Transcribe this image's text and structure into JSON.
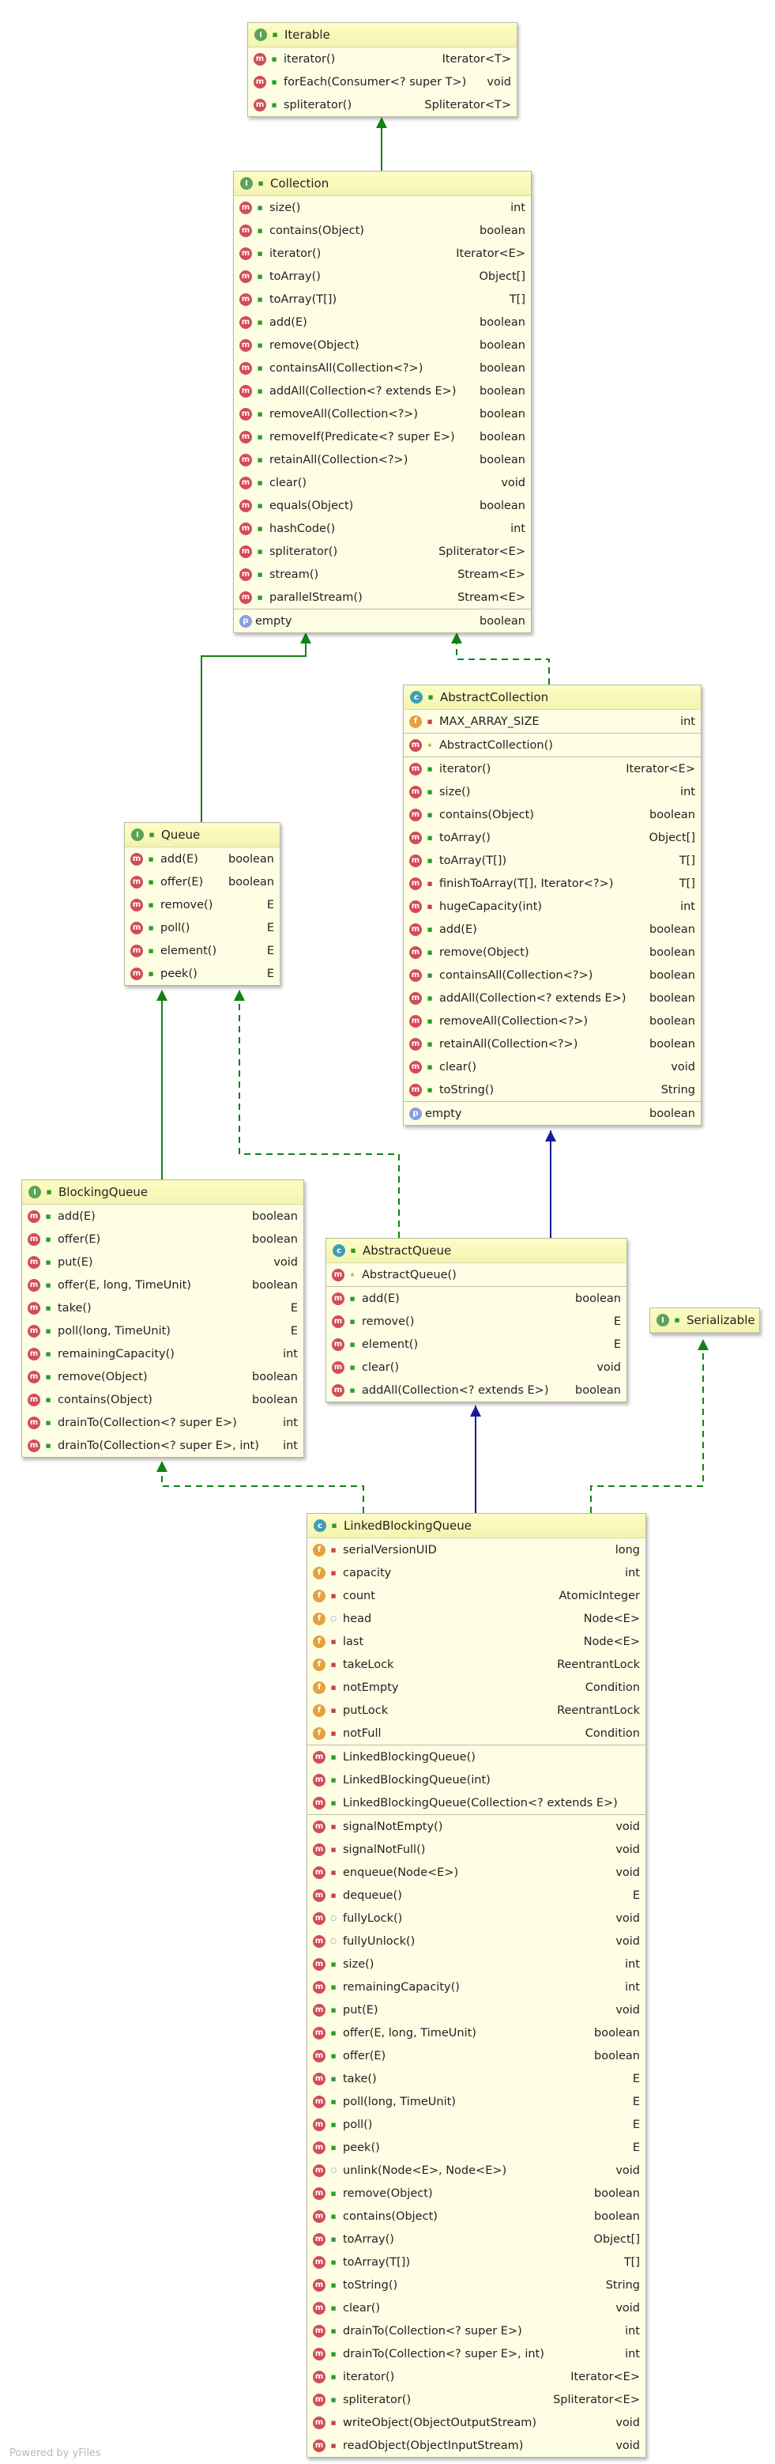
{
  "footer": "Powered by yFiles",
  "classes": {
    "iterable": {
      "title": "Iterable",
      "kind": "I",
      "rows": [
        {
          "n": "iterator()",
          "t": "Iterator<T>",
          "k": "m",
          "v": "pub"
        },
        {
          "n": "forEach(Consumer<? super T>)",
          "t": "void",
          "k": "m",
          "v": "pub"
        },
        {
          "n": "spliterator()",
          "t": "Spliterator<T>",
          "k": "m",
          "v": "pub"
        }
      ]
    },
    "collection": {
      "title": "Collection",
      "kind": "I",
      "rows": [
        {
          "n": "size()",
          "t": "int",
          "k": "m",
          "v": "pub"
        },
        {
          "n": "contains(Object)",
          "t": "boolean",
          "k": "m",
          "v": "pub"
        },
        {
          "n": "iterator()",
          "t": "Iterator<E>",
          "k": "m",
          "v": "pub"
        },
        {
          "n": "toArray()",
          "t": "Object[]",
          "k": "m",
          "v": "pub"
        },
        {
          "n": "toArray(T[])",
          "t": "T[]",
          "k": "m",
          "v": "pub"
        },
        {
          "n": "add(E)",
          "t": "boolean",
          "k": "m",
          "v": "pub"
        },
        {
          "n": "remove(Object)",
          "t": "boolean",
          "k": "m",
          "v": "pub"
        },
        {
          "n": "containsAll(Collection<?>)",
          "t": "boolean",
          "k": "m",
          "v": "pub"
        },
        {
          "n": "addAll(Collection<? extends E>)",
          "t": "boolean",
          "k": "m",
          "v": "pub"
        },
        {
          "n": "removeAll(Collection<?>)",
          "t": "boolean",
          "k": "m",
          "v": "pub"
        },
        {
          "n": "removeIf(Predicate<? super E>)",
          "t": "boolean",
          "k": "m",
          "v": "pub"
        },
        {
          "n": "retainAll(Collection<?>)",
          "t": "boolean",
          "k": "m",
          "v": "pub"
        },
        {
          "n": "clear()",
          "t": "void",
          "k": "m",
          "v": "pub"
        },
        {
          "n": "equals(Object)",
          "t": "boolean",
          "k": "m",
          "v": "pub"
        },
        {
          "n": "hashCode()",
          "t": "int",
          "k": "m",
          "v": "pub"
        },
        {
          "n": "spliterator()",
          "t": "Spliterator<E>",
          "k": "m",
          "v": "pub"
        },
        {
          "n": "stream()",
          "t": "Stream<E>",
          "k": "m",
          "v": "pub"
        },
        {
          "n": "parallelStream()",
          "t": "Stream<E>",
          "k": "m",
          "v": "pub"
        },
        {
          "n": "empty",
          "t": "boolean",
          "k": "p",
          "v": "",
          "sep": true
        }
      ]
    },
    "abstractCollection": {
      "title": "AbstractCollection",
      "kind": "C",
      "rows": [
        {
          "n": "MAX_ARRAY_SIZE",
          "t": "int",
          "k": "f",
          "v": "pri"
        },
        {
          "n": "AbstractCollection()",
          "t": "",
          "k": "m",
          "v": "pro",
          "sep": true
        },
        {
          "n": "iterator()",
          "t": "Iterator<E>",
          "k": "m",
          "v": "pub",
          "sep": true
        },
        {
          "n": "size()",
          "t": "int",
          "k": "m",
          "v": "pub"
        },
        {
          "n": "contains(Object)",
          "t": "boolean",
          "k": "m",
          "v": "pub"
        },
        {
          "n": "toArray()",
          "t": "Object[]",
          "k": "m",
          "v": "pub"
        },
        {
          "n": "toArray(T[])",
          "t": "T[]",
          "k": "m",
          "v": "pub"
        },
        {
          "n": "finishToArray(T[], Iterator<?>)",
          "t": "T[]",
          "k": "m",
          "v": "pri"
        },
        {
          "n": "hugeCapacity(int)",
          "t": "int",
          "k": "m",
          "v": "pri"
        },
        {
          "n": "add(E)",
          "t": "boolean",
          "k": "m",
          "v": "pub"
        },
        {
          "n": "remove(Object)",
          "t": "boolean",
          "k": "m",
          "v": "pub"
        },
        {
          "n": "containsAll(Collection<?>)",
          "t": "boolean",
          "k": "m",
          "v": "pub"
        },
        {
          "n": "addAll(Collection<? extends E>)",
          "t": "boolean",
          "k": "m",
          "v": "pub"
        },
        {
          "n": "removeAll(Collection<?>)",
          "t": "boolean",
          "k": "m",
          "v": "pub"
        },
        {
          "n": "retainAll(Collection<?>)",
          "t": "boolean",
          "k": "m",
          "v": "pub"
        },
        {
          "n": "clear()",
          "t": "void",
          "k": "m",
          "v": "pub"
        },
        {
          "n": "toString()",
          "t": "String",
          "k": "m",
          "v": "pub"
        },
        {
          "n": "empty",
          "t": "boolean",
          "k": "p",
          "v": "",
          "sep": true
        }
      ]
    },
    "queue": {
      "title": "Queue",
      "kind": "I",
      "rows": [
        {
          "n": "add(E)",
          "t": "boolean",
          "k": "m",
          "v": "pub"
        },
        {
          "n": "offer(E)",
          "t": "boolean",
          "k": "m",
          "v": "pub"
        },
        {
          "n": "remove()",
          "t": "E",
          "k": "m",
          "v": "pub"
        },
        {
          "n": "poll()",
          "t": "E",
          "k": "m",
          "v": "pub"
        },
        {
          "n": "element()",
          "t": "E",
          "k": "m",
          "v": "pub"
        },
        {
          "n": "peek()",
          "t": "E",
          "k": "m",
          "v": "pub"
        }
      ]
    },
    "blockingQueue": {
      "title": "BlockingQueue",
      "kind": "I",
      "rows": [
        {
          "n": "add(E)",
          "t": "boolean",
          "k": "m",
          "v": "pub"
        },
        {
          "n": "offer(E)",
          "t": "boolean",
          "k": "m",
          "v": "pub"
        },
        {
          "n": "put(E)",
          "t": "void",
          "k": "m",
          "v": "pub"
        },
        {
          "n": "offer(E, long, TimeUnit)",
          "t": "boolean",
          "k": "m",
          "v": "pub"
        },
        {
          "n": "take()",
          "t": "E",
          "k": "m",
          "v": "pub"
        },
        {
          "n": "poll(long, TimeUnit)",
          "t": "E",
          "k": "m",
          "v": "pub"
        },
        {
          "n": "remainingCapacity()",
          "t": "int",
          "k": "m",
          "v": "pub"
        },
        {
          "n": "remove(Object)",
          "t": "boolean",
          "k": "m",
          "v": "pub"
        },
        {
          "n": "contains(Object)",
          "t": "boolean",
          "k": "m",
          "v": "pub"
        },
        {
          "n": "drainTo(Collection<? super E>)",
          "t": "int",
          "k": "m",
          "v": "pub"
        },
        {
          "n": "drainTo(Collection<? super E>, int)",
          "t": "int",
          "k": "m",
          "v": "pub"
        }
      ]
    },
    "abstractQueue": {
      "title": "AbstractQueue",
      "kind": "C",
      "rows": [
        {
          "n": "AbstractQueue()",
          "t": "",
          "k": "m",
          "v": "pro"
        },
        {
          "n": "add(E)",
          "t": "boolean",
          "k": "m",
          "v": "pub",
          "sep": true
        },
        {
          "n": "remove()",
          "t": "E",
          "k": "m",
          "v": "pub"
        },
        {
          "n": "element()",
          "t": "E",
          "k": "m",
          "v": "pub"
        },
        {
          "n": "clear()",
          "t": "void",
          "k": "m",
          "v": "pub"
        },
        {
          "n": "addAll(Collection<? extends E>)",
          "t": "boolean",
          "k": "m",
          "v": "pub"
        }
      ]
    },
    "serializable": {
      "title": "Serializable",
      "kind": "I",
      "rows": []
    },
    "linkedBlockingQueue": {
      "title": "LinkedBlockingQueue",
      "kind": "C",
      "rows": [
        {
          "n": "serialVersionUID",
          "t": "long",
          "k": "f",
          "v": "pri"
        },
        {
          "n": "capacity",
          "t": "int",
          "k": "f",
          "v": "pri"
        },
        {
          "n": "count",
          "t": "AtomicInteger",
          "k": "f",
          "v": "pri"
        },
        {
          "n": "head",
          "t": "Node<E>",
          "k": "f",
          "v": "pkg"
        },
        {
          "n": "last",
          "t": "Node<E>",
          "k": "f",
          "v": "pri"
        },
        {
          "n": "takeLock",
          "t": "ReentrantLock",
          "k": "f",
          "v": "pri"
        },
        {
          "n": "notEmpty",
          "t": "Condition",
          "k": "f",
          "v": "pri"
        },
        {
          "n": "putLock",
          "t": "ReentrantLock",
          "k": "f",
          "v": "pri"
        },
        {
          "n": "notFull",
          "t": "Condition",
          "k": "f",
          "v": "pri"
        },
        {
          "n": "LinkedBlockingQueue()",
          "t": "",
          "k": "m",
          "v": "pub",
          "sep": true
        },
        {
          "n": "LinkedBlockingQueue(int)",
          "t": "",
          "k": "m",
          "v": "pub"
        },
        {
          "n": "LinkedBlockingQueue(Collection<? extends E>)",
          "t": "",
          "k": "m",
          "v": "pub"
        },
        {
          "n": "signalNotEmpty()",
          "t": "void",
          "k": "m",
          "v": "pri",
          "sep": true
        },
        {
          "n": "signalNotFull()",
          "t": "void",
          "k": "m",
          "v": "pri"
        },
        {
          "n": "enqueue(Node<E>)",
          "t": "void",
          "k": "m",
          "v": "pri"
        },
        {
          "n": "dequeue()",
          "t": "E",
          "k": "m",
          "v": "pri"
        },
        {
          "n": "fullyLock()",
          "t": "void",
          "k": "m",
          "v": "pkg"
        },
        {
          "n": "fullyUnlock()",
          "t": "void",
          "k": "m",
          "v": "pkg"
        },
        {
          "n": "size()",
          "t": "int",
          "k": "m",
          "v": "pub"
        },
        {
          "n": "remainingCapacity()",
          "t": "int",
          "k": "m",
          "v": "pub"
        },
        {
          "n": "put(E)",
          "t": "void",
          "k": "m",
          "v": "pub"
        },
        {
          "n": "offer(E, long, TimeUnit)",
          "t": "boolean",
          "k": "m",
          "v": "pub"
        },
        {
          "n": "offer(E)",
          "t": "boolean",
          "k": "m",
          "v": "pub"
        },
        {
          "n": "take()",
          "t": "E",
          "k": "m",
          "v": "pub"
        },
        {
          "n": "poll(long, TimeUnit)",
          "t": "E",
          "k": "m",
          "v": "pub"
        },
        {
          "n": "poll()",
          "t": "E",
          "k": "m",
          "v": "pub"
        },
        {
          "n": "peek()",
          "t": "E",
          "k": "m",
          "v": "pub"
        },
        {
          "n": "unlink(Node<E>, Node<E>)",
          "t": "void",
          "k": "m",
          "v": "pkg"
        },
        {
          "n": "remove(Object)",
          "t": "boolean",
          "k": "m",
          "v": "pub"
        },
        {
          "n": "contains(Object)",
          "t": "boolean",
          "k": "m",
          "v": "pub"
        },
        {
          "n": "toArray()",
          "t": "Object[]",
          "k": "m",
          "v": "pub"
        },
        {
          "n": "toArray(T[])",
          "t": "T[]",
          "k": "m",
          "v": "pub"
        },
        {
          "n": "toString()",
          "t": "String",
          "k": "m",
          "v": "pub"
        },
        {
          "n": "clear()",
          "t": "void",
          "k": "m",
          "v": "pub"
        },
        {
          "n": "drainTo(Collection<? super E>)",
          "t": "int",
          "k": "m",
          "v": "pub"
        },
        {
          "n": "drainTo(Collection<? super E>, int)",
          "t": "int",
          "k": "m",
          "v": "pub"
        },
        {
          "n": "iterator()",
          "t": "Iterator<E>",
          "k": "m",
          "v": "pub"
        },
        {
          "n": "spliterator()",
          "t": "Spliterator<E>",
          "k": "m",
          "v": "pub"
        },
        {
          "n": "writeObject(ObjectOutputStream)",
          "t": "void",
          "k": "m",
          "v": "pri"
        },
        {
          "n": "readObject(ObjectInputStream)",
          "t": "void",
          "k": "m",
          "v": "pri"
        }
      ]
    }
  },
  "colors": {
    "extends": "#128212",
    "implements": "#128212",
    "inherit_class": "#1a1aa0"
  }
}
